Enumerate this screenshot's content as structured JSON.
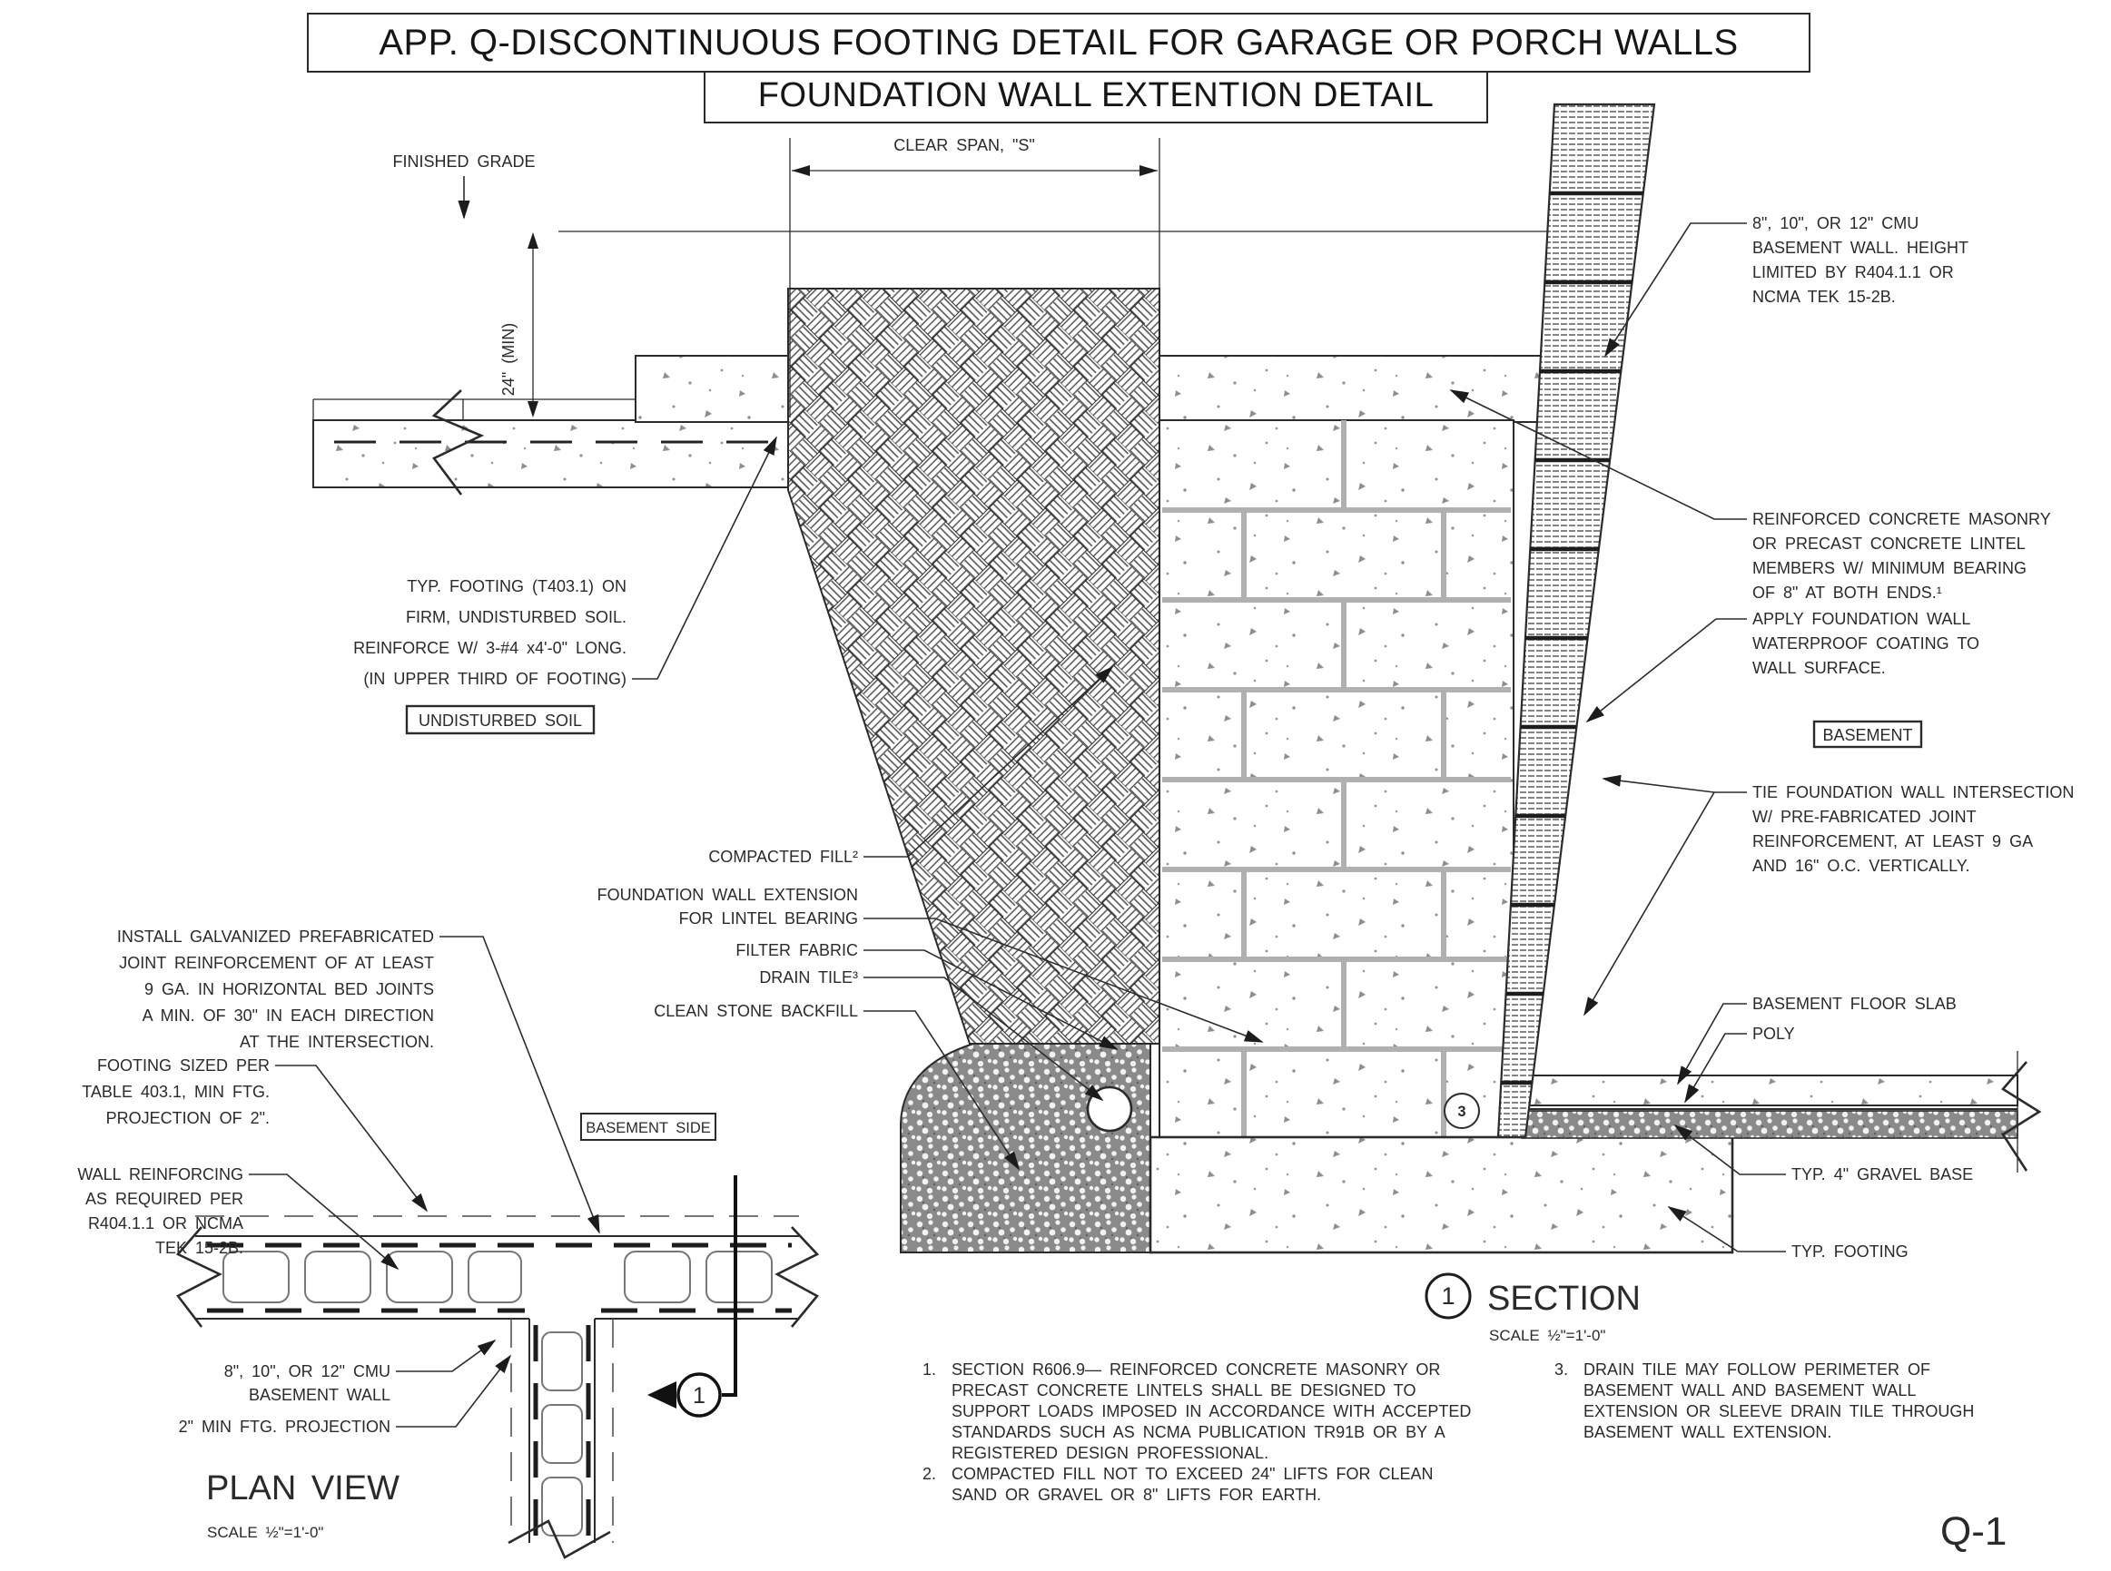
{
  "title": {
    "line1": "APP. Q-DISCONTINUOUS FOOTING DETAIL FOR GARAGE OR PORCH WALLS",
    "line2": "FOUNDATION WALL EXTENTION DETAIL"
  },
  "sheet_number": "Q-1",
  "section_view": {
    "finished_grade": "FINISHED GRADE",
    "clear_span": "CLEAR SPAN, \"S\"",
    "depth_dim": "24\" (MIN)",
    "typ_footing_note": {
      "l1": "TYP. FOOTING (T403.1) ON",
      "l2": "FIRM, UNDISTURBED SOIL.",
      "l3": "REINFORCE W/ 3-#4 x4'-0\" LONG.",
      "l4": "(IN UPPER THIRD OF FOOTING)"
    },
    "undisturbed_soil": "UNDISTURBED SOIL",
    "compacted_fill": "COMPACTED FILL²",
    "wall_extension_note": {
      "l1": "FOUNDATION WALL EXTENSION",
      "l2": "FOR LINTEL BEARING"
    },
    "filter_fabric": "FILTER FABRIC",
    "drain_tile": "DRAIN TILE³",
    "clean_stone": "CLEAN STONE BACKFILL",
    "basement_side": "BASEMENT SIDE",
    "cmu_wall_note": {
      "l1": "8\", 10\", OR 12\" CMU",
      "l2": "BASEMENT WALL. HEIGHT",
      "l3": "LIMITED BY R404.1.1 OR",
      "l4": "NCMA TEK 15-2B."
    },
    "lintel_note": {
      "l1": "REINFORCED CONCRETE MASONRY",
      "l2": "OR PRECAST CONCRETE LINTEL",
      "l3": "MEMBERS W/ MINIMUM BEARING",
      "l4": "OF 8\" AT BOTH ENDS.¹"
    },
    "waterproof_note": {
      "l1": "APPLY FOUNDATION WALL",
      "l2": "WATERPROOF COATING TO",
      "l3": "WALL SURFACE."
    },
    "basement": "BASEMENT",
    "tie_note": {
      "l1": "TIE FOUNDATION WALL INTERSECTION",
      "l2": "W/ PRE-FABRICATED JOINT",
      "l3": "REINFORCEMENT, AT LEAST 9 GA",
      "l4": "AND 16\" O.C. VERTICALLY."
    },
    "floor_slab": "BASEMENT FLOOR SLAB",
    "poly": "POLY",
    "gravel": "TYP. 4\" GRAVEL BASE",
    "typ_footing": "TYP. FOOTING",
    "view_title": "SECTION",
    "view_scale": "SCALE ½\"=1'-0\"",
    "marker_no": "1",
    "drain_sleeve_no": "3"
  },
  "plan_view": {
    "joint_reinf_note": {
      "l1": "INSTALL GALVANIZED PREFABRICATED",
      "l2": "JOINT REINFORCEMENT OF AT LEAST",
      "l3": "9 GA. IN HORIZONTAL BED JOINTS",
      "l4": "A MIN. OF 30\" IN EACH DIRECTION",
      "l5": "AT THE INTERSECTION."
    },
    "footing_size_note": {
      "l1": "FOOTING SIZED PER",
      "l2": "TABLE 403.1, MIN FTG.",
      "l3": "PROJECTION OF 2\"."
    },
    "wall_reinf_note": {
      "l1": "WALL REINFORCING",
      "l2": "AS REQUIRED PER",
      "l3": "R404.1.1 OR NCMA",
      "l4": "TEK 15-2B."
    },
    "cmu_wall_note": {
      "l1": "8\", 10\", OR 12\" CMU",
      "l2": "BASEMENT WALL"
    },
    "ftg_projection": "2\" MIN FTG. PROJECTION",
    "view_title": "PLAN VIEW",
    "view_scale": "SCALE ½\"=1'-0\"",
    "marker_no": "1"
  },
  "notes": [
    {
      "num": "1.",
      "lines": [
        "SECTION R606.9— REINFORCED CONCRETE MASONRY OR",
        "PRECAST CONCRETE LINTELS SHALL BE DESIGNED TO",
        "SUPPORT LOADS IMPOSED IN ACCORDANCE WITH ACCEPTED",
        "STANDARDS SUCH AS NCMA PUBLICATION TR91B OR BY A",
        "REGISTERED DESIGN PROFESSIONAL."
      ]
    },
    {
      "num": "2.",
      "lines": [
        "COMPACTED FILL NOT TO EXCEED 24\" LIFTS FOR CLEAN",
        "SAND OR GRAVEL OR 8\" LIFTS FOR EARTH."
      ]
    },
    {
      "num": "3.",
      "lines": [
        "DRAIN TILE MAY FOLLOW PERIMETER OF",
        "BASEMENT WALL AND BASEMENT WALL",
        "EXTENSION OR SLEEVE DRAIN TILE THROUGH",
        "BASEMENT WALL EXTENSION."
      ]
    }
  ],
  "colors": {
    "line": "#2b2b2b",
    "mortar": "#b0b0b0",
    "paper": "#ffffff",
    "stone_fill": "#8a8a8a"
  }
}
